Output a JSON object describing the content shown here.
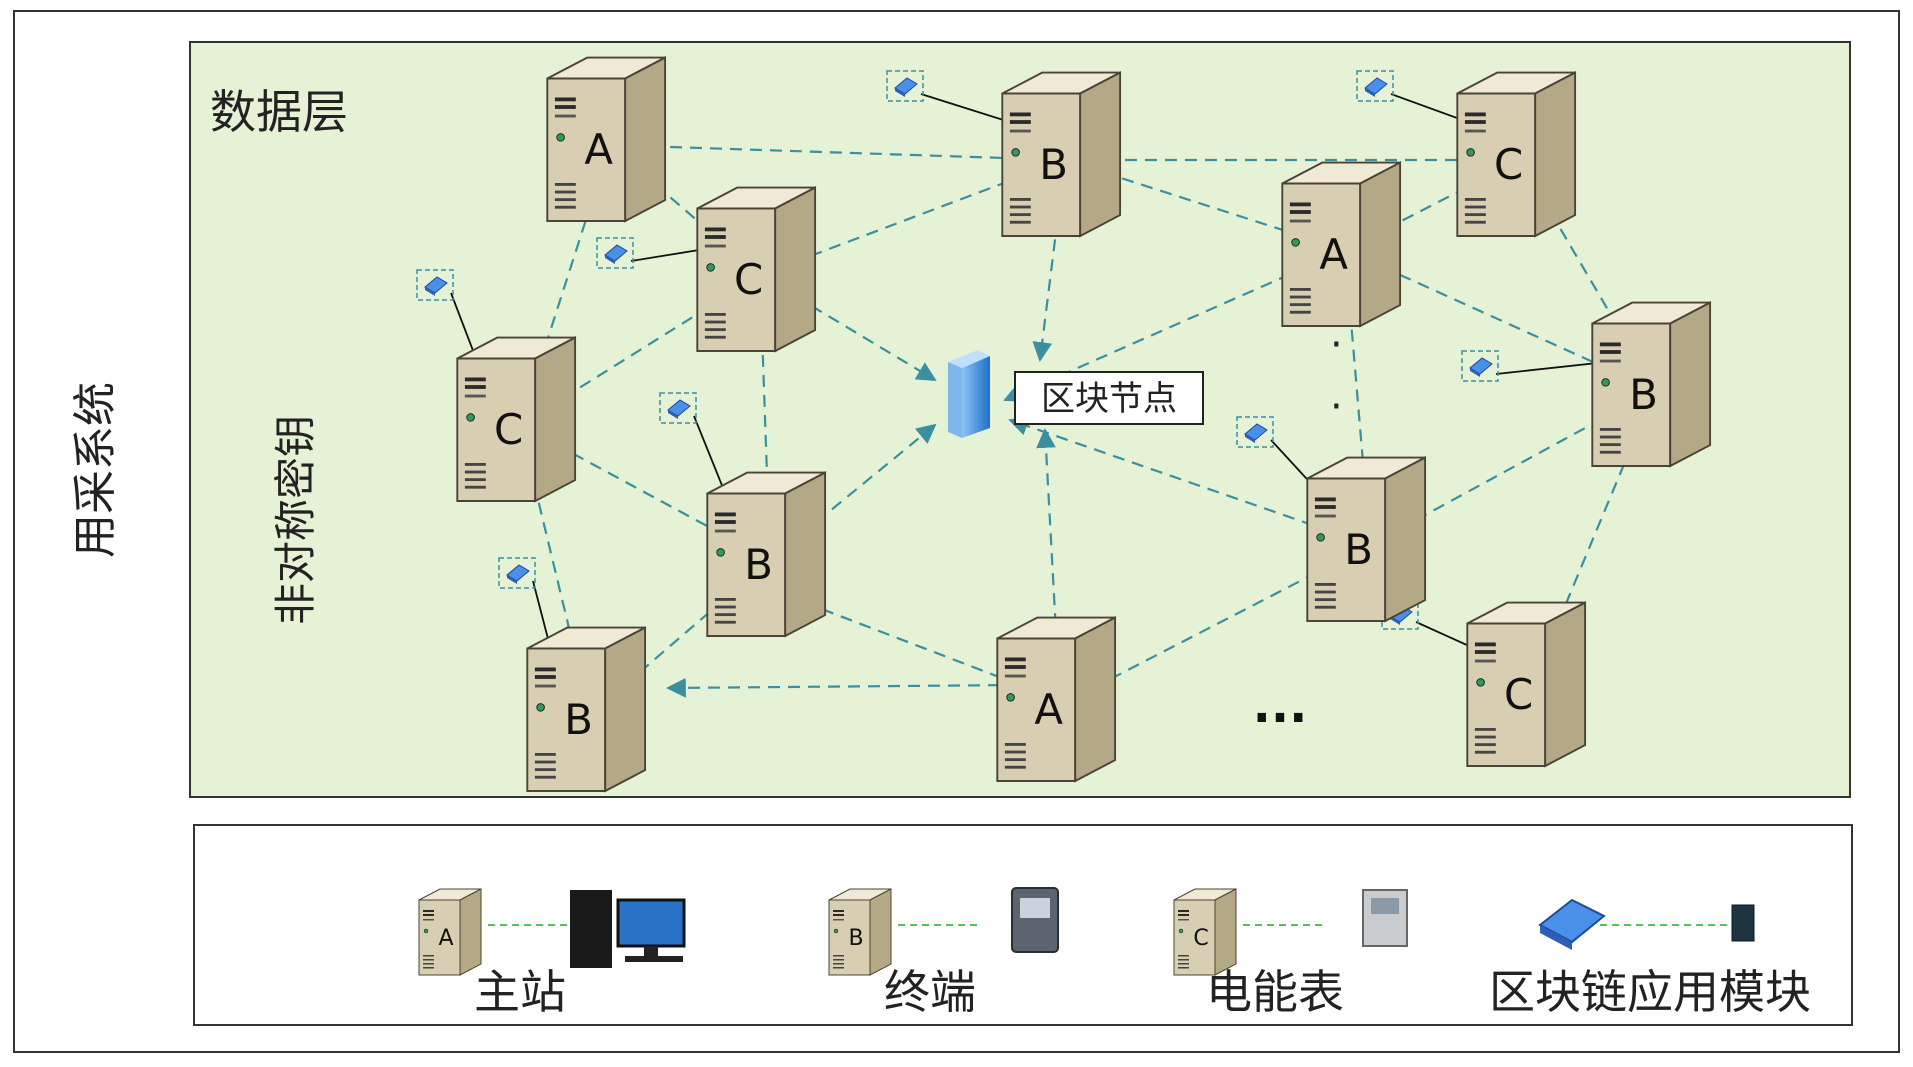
{
  "outer_label": "用采系统",
  "data_layer": {
    "title": "数据层",
    "key_label": "非对称密钥",
    "block_node_label": "区块节点",
    "dots_vertical": "·",
    "dots_horizontal": "..."
  },
  "nodes": [
    {
      "id": "A1",
      "letter": "A"
    },
    {
      "id": "B1",
      "letter": "B"
    },
    {
      "id": "C1",
      "letter": "C"
    },
    {
      "id": "C2",
      "letter": "C"
    },
    {
      "id": "A2",
      "letter": "A"
    },
    {
      "id": "B2",
      "letter": "B"
    },
    {
      "id": "C3",
      "letter": "C"
    },
    {
      "id": "B3",
      "letter": "B"
    },
    {
      "id": "B4",
      "letter": "B"
    },
    {
      "id": "B5",
      "letter": "B"
    },
    {
      "id": "A3",
      "letter": "A"
    },
    {
      "id": "C4",
      "letter": "C"
    }
  ],
  "legend": {
    "items": [
      {
        "letter": "A",
        "label": "主站",
        "device": "computer"
      },
      {
        "letter": "B",
        "label": "终端",
        "device": "terminal"
      },
      {
        "letter": "C",
        "label": "电能表",
        "device": "meter"
      },
      {
        "letter": "",
        "label": "区块链应用模块",
        "device": "module"
      }
    ]
  },
  "colors": {
    "layer_fill": "#e6f2d6",
    "dashed_link": "#3a8fa0",
    "server_front": "#d8cfb2",
    "server_side": "#b4a986",
    "server_top": "#efe9d6",
    "block_node": "#3d8fe0",
    "legend_line": "#55c455"
  }
}
